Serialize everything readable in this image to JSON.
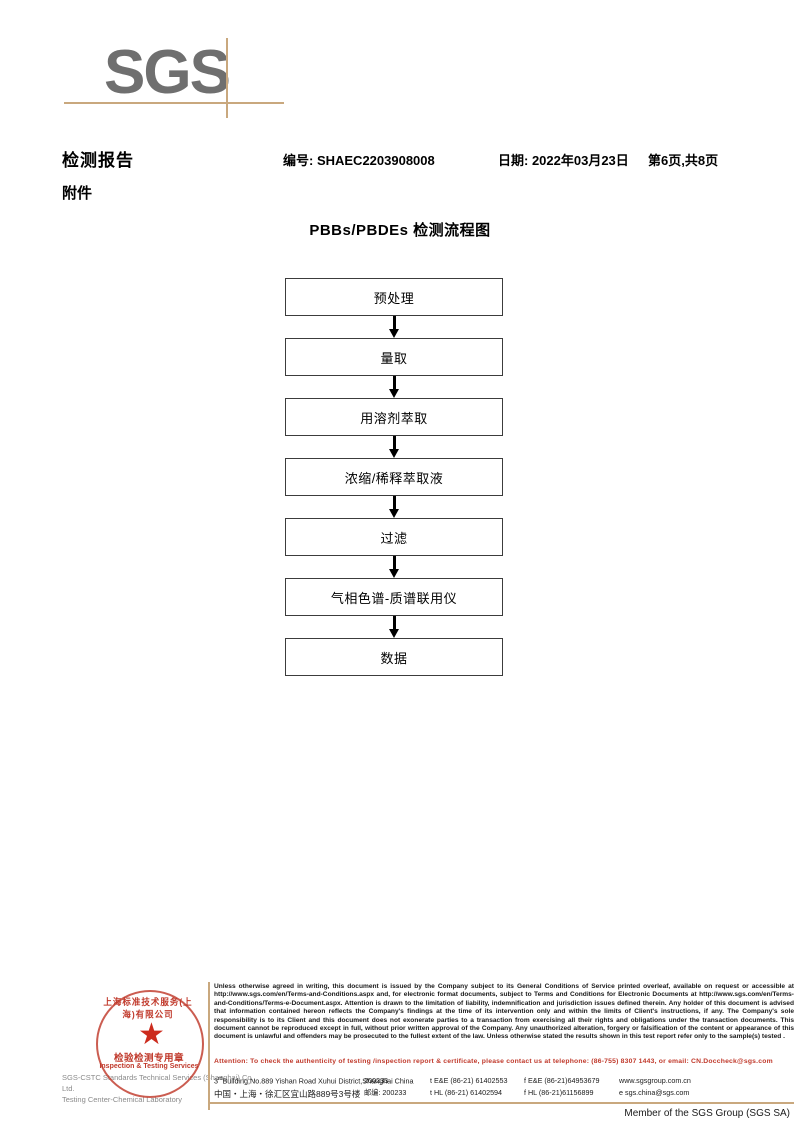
{
  "logo": {
    "text": "SGS"
  },
  "header": {
    "title": "检测报告",
    "attachment": "附件",
    "report_no": "编号: SHAEC2203908008",
    "date": "日期: 2022年03月23日",
    "page": "第6页,共8页"
  },
  "flowchart": {
    "title": "PBBs/PBDEs 检测流程图",
    "steps": [
      {
        "label": "预处理"
      },
      {
        "label": "量取"
      },
      {
        "label": "用溶剂萃取"
      },
      {
        "label": "浓缩/稀释萃取液"
      },
      {
        "label": "过滤"
      },
      {
        "label": "气相色谱-质谱联用仪"
      },
      {
        "label": "数据"
      }
    ]
  },
  "seal": {
    "arc_top": "上海标准技术服务(上海)有限公司",
    "cn_label": "检验检测专用章",
    "en_label": "Inspection & Testing Services",
    "star": "★"
  },
  "footer": {
    "company_gray_line1": "SGS-CSTC Standards Technical Services (Shanghai) Co., Ltd.",
    "company_gray_line2": "Testing Center-Chemical Laboratory",
    "legal_text": "Unless otherwise agreed in writing, this document is issued by the Company subject to its General Conditions of Service printed overleaf, available on request or accessible at http://www.sgs.com/en/Terms-and-Conditions.aspx and, for electronic format documents, subject to Terms and Conditions for Electronic Documents at http://www.sgs.com/en/Terms-and-Conditions/Terms-e-Document.aspx. Attention is drawn to the limitation of liability, indemnification and jurisdiction issues defined therein. Any holder of this document is advised that information contained hereon reflects the Company's findings at the time of its intervention only and within the limits of Client's instructions, if any. The Company's sole responsibility is to its Client and this document does not exonerate parties to a transaction from exercising all their rights and obligations under the transaction documents. This document cannot be reproduced except in full, without prior written approval of the Company. Any unauthorized alteration, forgery or falsification of the content or appearance of this document is unlawful and offenders may be prosecuted to the fullest extent of the law. Unless otherwise stated the results shown in this test report refer only to the sample(s) tested .",
    "attention_text": "Attention: To check the authenticity of testing /inspection report & certificate, please contact us at telephone: (86-755) 8307 1443, or email: CN.Doccheck@sgs.com",
    "address_en": "Building,No.889 Yishan Road Xuhui District,Shanghai China",
    "address_en_prefix": "3",
    "address_en_sup": "rd",
    "postcode_en": "200233",
    "tel_en": "t E&E (86-21) 61402553",
    "fax_en": "f E&E (86-21)64953679",
    "web": "www.sgsgroup.com.cn",
    "address_cn": "中国・上海・徐汇区宜山路889号3号楼",
    "postcode_cn_label": "邮编: 200233",
    "tel_cn": "t HL (86-21) 61402594",
    "fax_cn": "f HL (86-21)61156899",
    "email": "e  sgs.china@sgs.com",
    "member": "Member of the SGS Group (SGS SA)"
  },
  "colors": {
    "brand_gray": "#6f6f6f",
    "brand_tan": "#c9a87e",
    "seal_red": "#c0392b"
  }
}
